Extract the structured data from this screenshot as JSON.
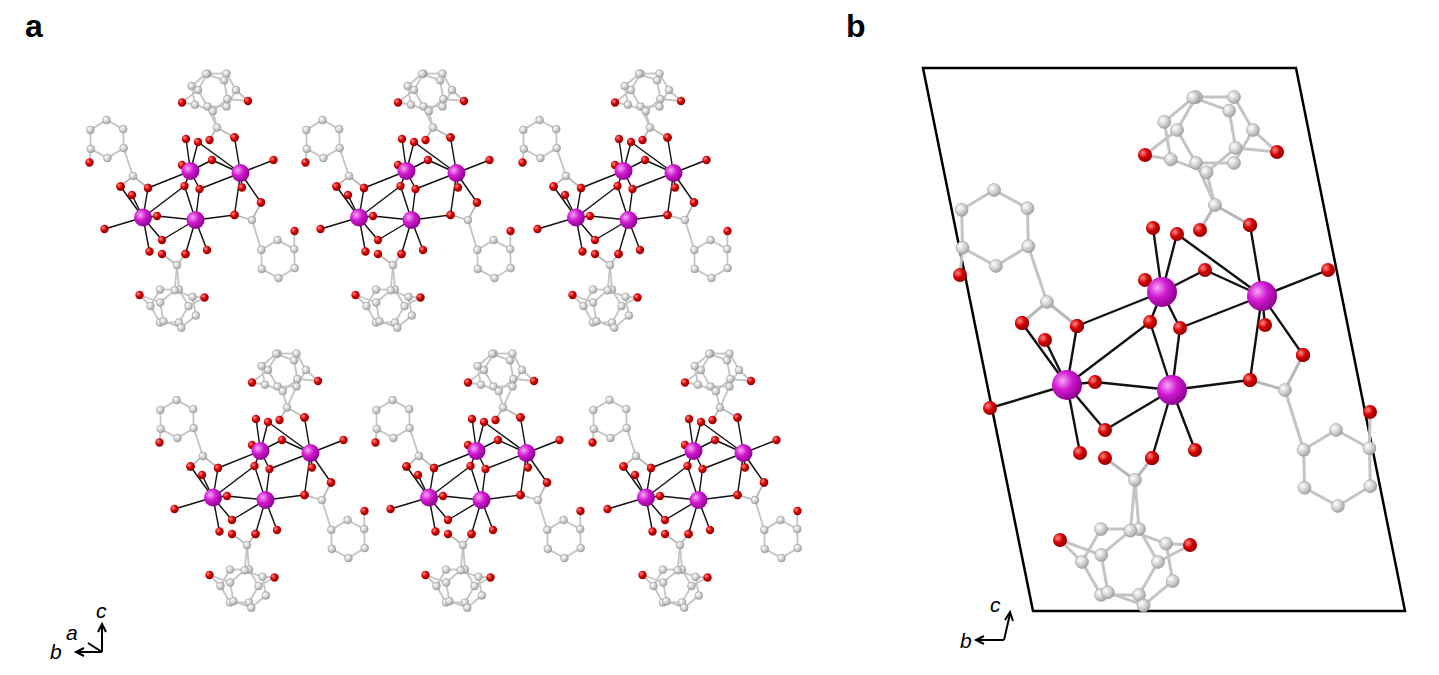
{
  "diagram": {
    "labels": [
      "a",
      "b",
      "c",
      "a",
      "b",
      "c",
      "b"
    ]
  }
}
